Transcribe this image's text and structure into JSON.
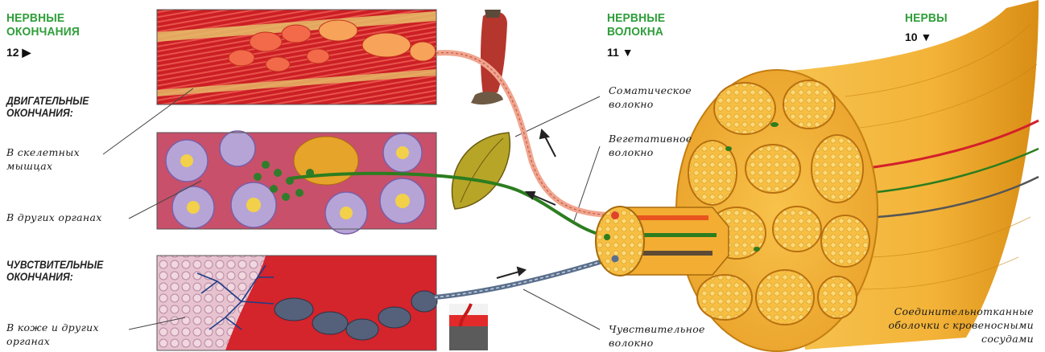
{
  "headings": {
    "endings": {
      "line1": "НЕРВНЫЕ",
      "line2": "ОКОНЧАНИЯ",
      "ref": "12 ▶"
    },
    "fibers": {
      "line1": "НЕРВНЫЕ",
      "line2": "ВОЛОКНА",
      "ref": "11 ▼"
    },
    "nerves": {
      "line1": "НЕРВЫ",
      "ref": "10 ▼"
    }
  },
  "motor": {
    "title_line1": "ДВИГАТЕЛЬНЫЕ",
    "title_line2": "ОКОНЧАНИЯ:",
    "skeletal_line1": "В скелетных",
    "skeletal_line2": "мышцах",
    "other_organs": "В других органах"
  },
  "sensory": {
    "title_line1": "ЧУВСТВИТЕЛЬНЫЕ",
    "title_line2": "ОКОНЧАНИЯ:",
    "skin_line1": "В коже и других",
    "skin_line2": "органах"
  },
  "fiber_labels": {
    "somatic_line1": "Соматическое",
    "somatic_line2": "волокно",
    "vegetative_line1": "Вегетативное",
    "vegetative_line2": "волокно",
    "sensory_line1": "Чувствительное",
    "sensory_line2": "волокно"
  },
  "sheath_label": {
    "line1": "Соединительнотканные",
    "line2": "оболочки с кровеносными",
    "line3": "сосудами"
  },
  "colors": {
    "heading_green": "#2f9e3a",
    "muscle_red": "#d3202a",
    "nerve_yellow": "#f2b12f",
    "fiber_pink": "#f0a58f",
    "fiber_green": "#2c7d1f",
    "fiber_blue": "#5a6f8c"
  }
}
